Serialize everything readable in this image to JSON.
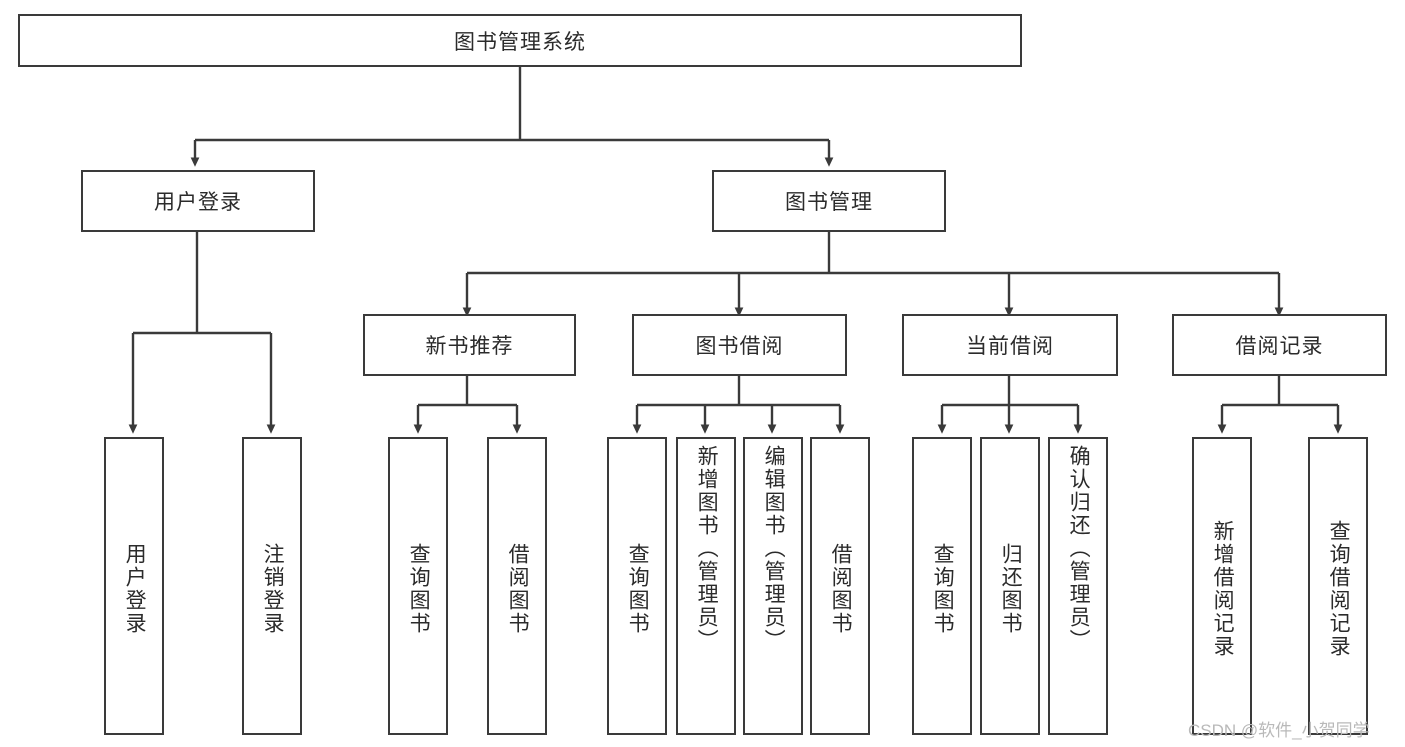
{
  "diagram": {
    "type": "tree",
    "title": "图书管理系统",
    "root": {
      "label": "图书管理系统"
    },
    "level2": [
      {
        "label": "用户登录"
      },
      {
        "label": "图书管理"
      }
    ],
    "level3": [
      {
        "label": "新书推荐"
      },
      {
        "label": "图书借阅"
      },
      {
        "label": "当前借阅"
      },
      {
        "label": "借阅记录"
      }
    ],
    "leaves": {
      "user_login": [
        {
          "label": "用户登录"
        },
        {
          "label": "注销登录"
        }
      ],
      "new_book_recommend": [
        {
          "label": "查询图书"
        },
        {
          "label": "借阅图书"
        }
      ],
      "book_borrow": [
        {
          "label": "查询图书"
        },
        {
          "label": "新增图书（管理员）"
        },
        {
          "label": "编辑图书（管理员）"
        },
        {
          "label": "借阅图书"
        }
      ],
      "current_borrow": [
        {
          "label": "查询图书"
        },
        {
          "label": "归还图书"
        },
        {
          "label": "确认归还（管理员）"
        }
      ],
      "borrow_record": [
        {
          "label": "新增借阅记录"
        },
        {
          "label": "查询借阅记录"
        }
      ]
    },
    "colors": {
      "stroke": "#3a3a3a",
      "text": "#2b2b2b",
      "background": "#ffffff",
      "watermark": "#b9b9b9"
    }
  },
  "watermark": {
    "text": "CSDN @软件_小贺同学"
  }
}
